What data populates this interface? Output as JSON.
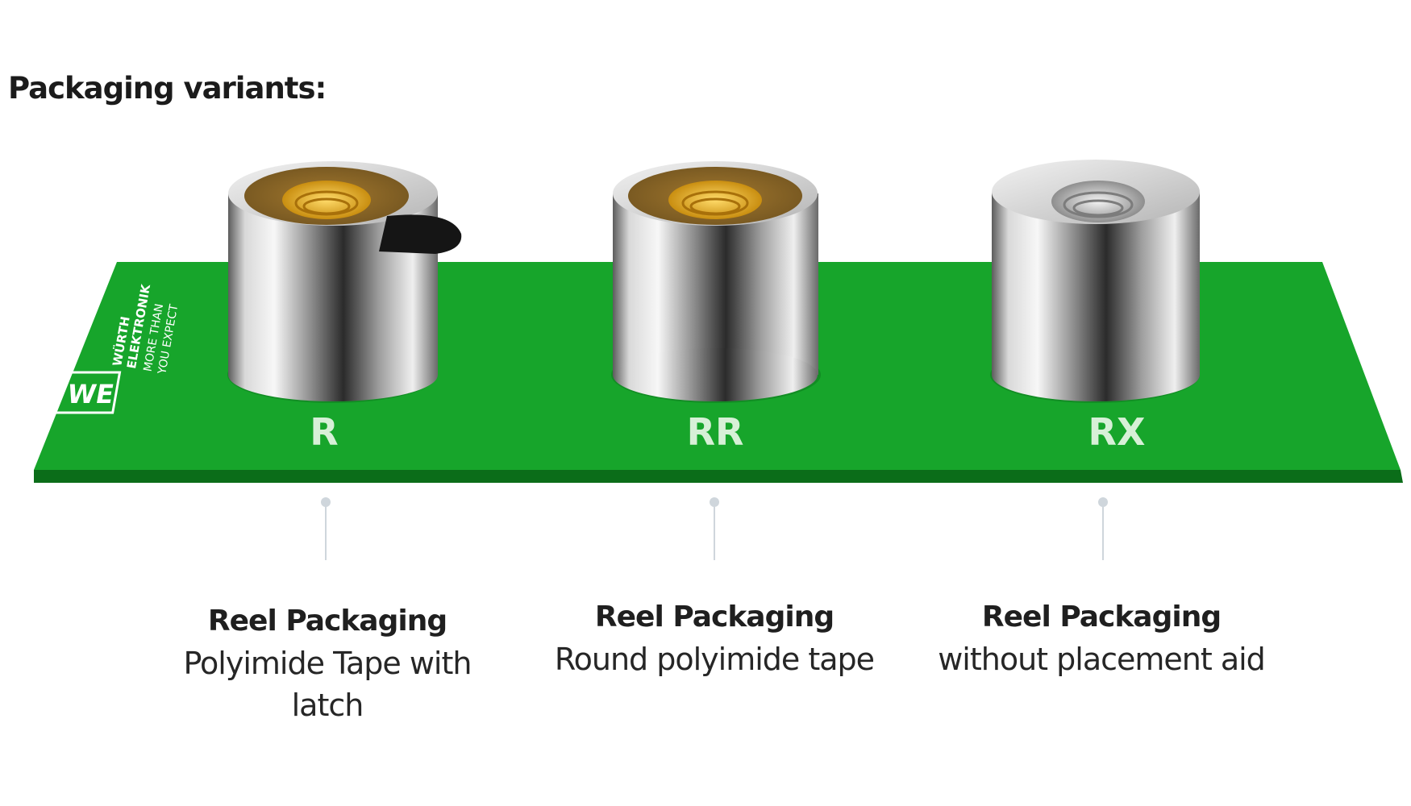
{
  "heading": "Packaging variants:",
  "brand": {
    "name_line1": "WÜRTH",
    "name_line2": "ELEKTRONIK",
    "slogan_line1": "MORE THAN",
    "slogan_line2": "YOU EXPECT",
    "logo_text": "WE"
  },
  "board_color": "#17a52b",
  "variants": [
    {
      "code": "R",
      "title": "Reel Packaging",
      "desc": "Polyimide Tape with latch"
    },
    {
      "code": "RR",
      "title": "Reel Packaging",
      "desc": "Round polyimide tape"
    },
    {
      "code": "RX",
      "title": "Reel Packaging",
      "desc": "without placement aid"
    }
  ]
}
